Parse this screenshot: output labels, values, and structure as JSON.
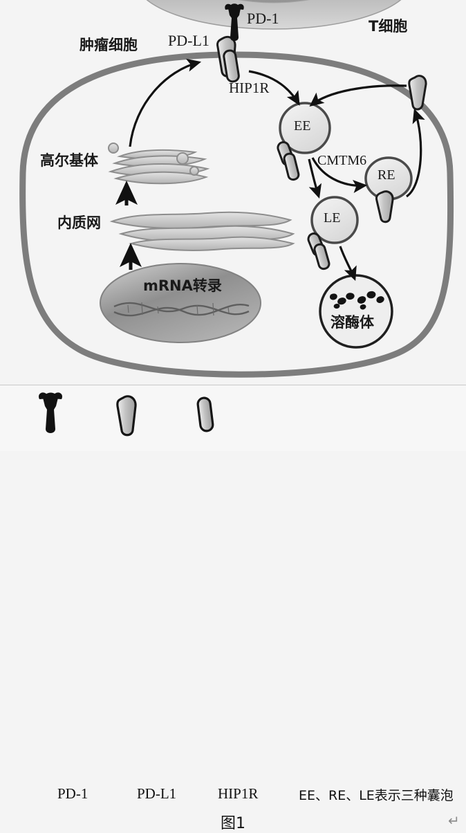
{
  "figure": {
    "caption": "图1",
    "paragraph_mark": "↵",
    "background_color": "#f4f4f4",
    "membrane_color": "#7a7a7a",
    "receptor_fill": "#c8c8c8",
    "pd1_color": "#111111"
  },
  "labels": {
    "tumor_cell": "肿瘤细胞",
    "t_cell": "T细胞",
    "pd1": "PD-1",
    "pdl1": "PD-L1",
    "hip1r": "HIP1R",
    "golgi": "高尔基体",
    "er": "内质网",
    "nucleus_text": "mRNA转录",
    "lysosome": "溶酶体",
    "cmtm6": "CMTM6",
    "vesicle_ee": "EE",
    "vesicle_re": "RE",
    "vesicle_le": "LE"
  },
  "legend": {
    "items": [
      {
        "icon": "pd1-receptor-icon",
        "label": "PD-1"
      },
      {
        "icon": "pdl1-receptor-icon",
        "label": "PD-L1"
      },
      {
        "icon": "hip1r-receptor-icon",
        "label": "HIP1R"
      }
    ],
    "note": "EE、RE、LE表示三种囊泡"
  },
  "diagram_flow": {
    "steps": [
      {
        "from": "mRNA转录",
        "to": "内质网"
      },
      {
        "from": "内质网",
        "to": "高尔基体"
      },
      {
        "from": "高尔基体",
        "to": "PD-L1"
      },
      {
        "from": "PD-L1",
        "to": "EE"
      },
      {
        "from": "EE",
        "to": "RE",
        "mediator": "CMTM6"
      },
      {
        "from": "EE",
        "to": "LE"
      },
      {
        "from": "LE",
        "to": "溶酶体"
      },
      {
        "from": "RE",
        "to": "PD-L1"
      }
    ]
  }
}
